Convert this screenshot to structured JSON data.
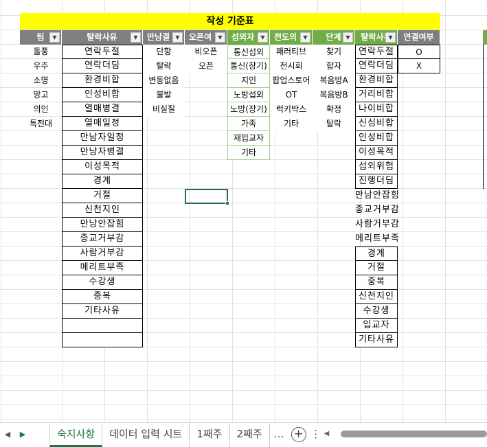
{
  "sheet": {
    "title": "작성 기준표",
    "headers": [
      {
        "label": "팀",
        "green": false
      },
      {
        "label": "탈락사유",
        "green": false
      },
      {
        "label": "만남결",
        "green": false
      },
      {
        "label": "오픈여",
        "green": false
      },
      {
        "label": "섭외자",
        "green": true
      },
      {
        "label": "전도의",
        "green": true
      },
      {
        "label": "단계",
        "green": true
      },
      {
        "label": "탈락사유",
        "green": true
      },
      {
        "label": "연결여부",
        "green": false
      }
    ],
    "team": [
      "돌풍",
      "우주",
      "소명",
      "망고",
      "의인",
      "특전대"
    ],
    "dropReasons": [
      "연락두절",
      "연락더딤",
      "환경비합",
      "인성비합",
      "열매병결",
      "열매일정",
      "만남자일정",
      "만남자병결",
      "이성목적",
      "경계",
      "거절",
      "신천지인",
      "만남안잡힘",
      "종교거부감",
      "사람거부감",
      "메리트부족",
      "수강생",
      "중복",
      "기타사유",
      "",
      ""
    ],
    "meetResult": [
      "단항",
      "탈락",
      "변동없음",
      "불발",
      "비실질"
    ],
    "openStatus": [
      "비오픈",
      "오픈"
    ],
    "recruiter": [
      "통신섭외",
      "통신(장기)",
      "지인",
      "노방섭외",
      "노방(장기)",
      "가족",
      "재입교자",
      "기타"
    ],
    "evangelism": [
      "패러티브",
      "전시회",
      "팝업스토어",
      "OT",
      "럭키박스",
      "기타"
    ],
    "stage": [
      "찾기",
      "합자",
      "복음방A",
      "복음방B",
      "확정",
      "탈락"
    ],
    "dropReasons2": [
      "연락두절",
      "연락더딤",
      "환경비합",
      "거리비합",
      "나이비합",
      "신심비합",
      "인성비합",
      "이성목적",
      "섭외위험",
      "진행더딤",
      "만남안잡힘",
      "종교거부감",
      "사람거부감",
      "메리트부족",
      "경계",
      "거절",
      "중복",
      "신천지인",
      "수강생",
      "입교자",
      "기타사유"
    ],
    "connected": [
      "O",
      "X"
    ]
  },
  "tabs": {
    "sheets": [
      "숙지사항",
      "데이터 입력 시트",
      "1째주",
      "2째주"
    ],
    "active": 0,
    "more": "…"
  },
  "icons": {
    "dropdown": "dropdown-arrow-icon",
    "navNext": "chevron-right-icon",
    "addSheet": "plus-circle-icon",
    "more": "vertical-ellipsis-icon",
    "scrollLeft": "triangle-left-icon"
  },
  "colors": {
    "title_bg": "#ffff00",
    "header_gray": "#7f7f7f",
    "header_green": "#70ad47",
    "accent": "#217346"
  }
}
